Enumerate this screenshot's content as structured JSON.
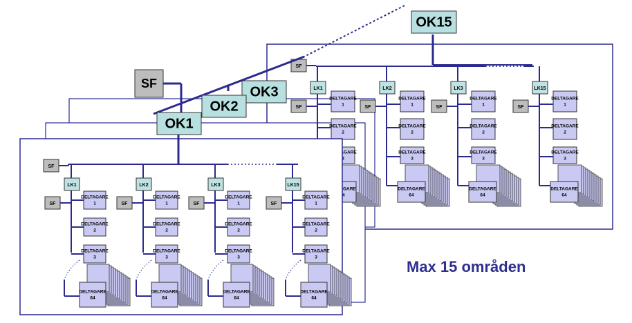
{
  "colors": {
    "line": "#2b2b8f",
    "ok_fill": "#b9e0e0",
    "lk_fill": "#bfe2e2",
    "sf_fill": "#bdbdbd",
    "deltagare_fill": "#c9c9f3"
  },
  "ok_labels": [
    "OK15",
    "OK3",
    "OK2",
    "OK1"
  ],
  "sf_label": "SF",
  "lk_labels": [
    "LK1",
    "LK2",
    "LK3",
    "LK15"
  ],
  "deltagare_label": "DELTAGARE",
  "deltagare_numbers": [
    "1",
    "2",
    "3",
    "64"
  ],
  "caption": "Max 15 områden"
}
